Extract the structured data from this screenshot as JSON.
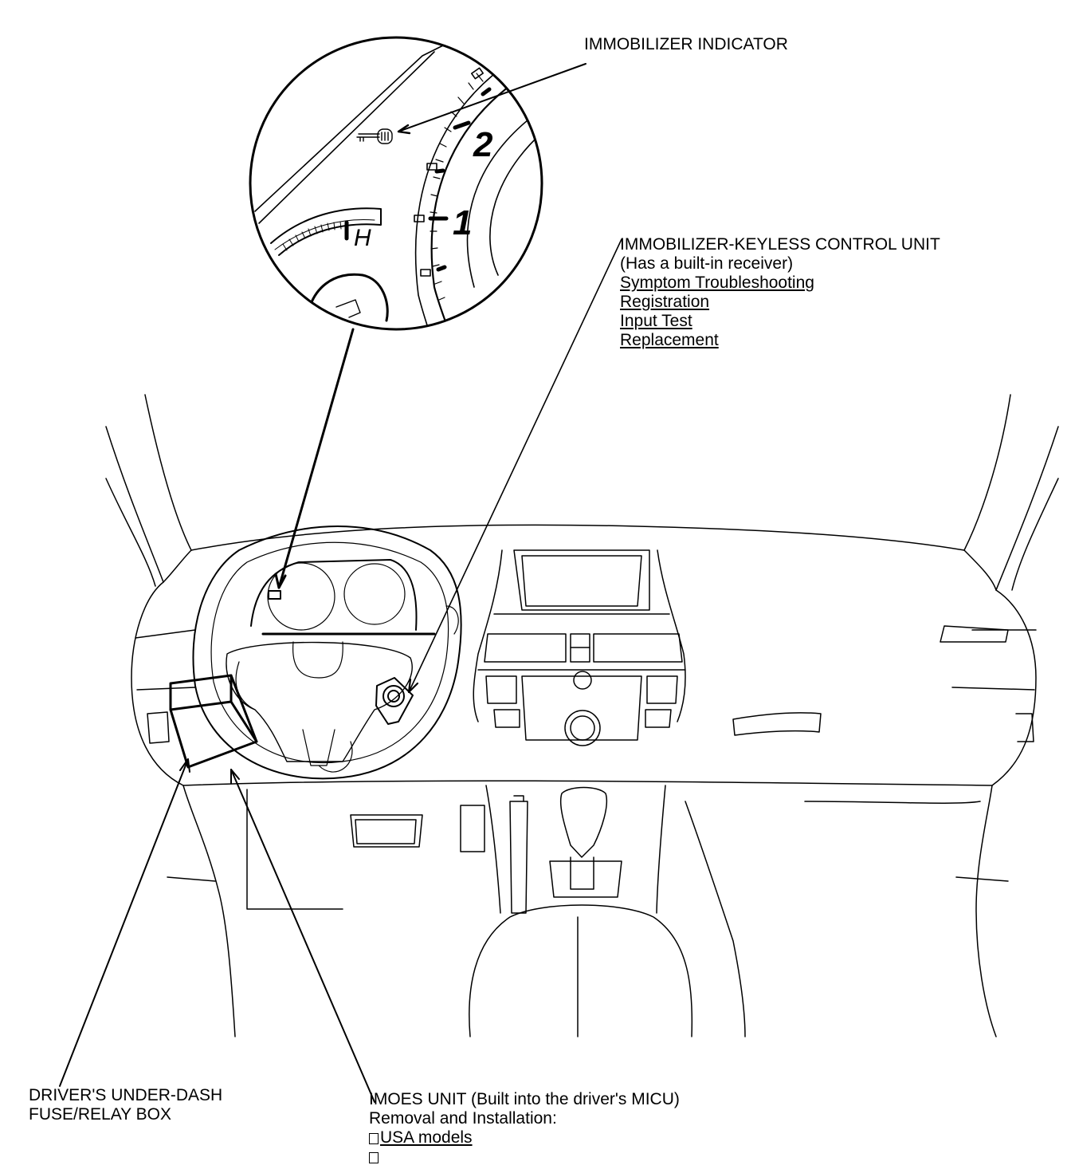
{
  "callouts": {
    "immobilizer_indicator": "IMMOBILIZER INDICATOR",
    "keyless_unit": {
      "title": "IMMOBILIZER-KEYLESS CONTROL UNIT",
      "note": "(Has a built-in receiver)",
      "links": [
        "Symptom Troubleshooting",
        "Registration",
        "Input Test",
        "Replacement"
      ]
    },
    "fuse_box": {
      "line1": "DRIVER'S UNDER-DASH",
      "line2": "FUSE/RELAY BOX"
    },
    "imoes_unit": {
      "title": "IMOES UNIT (Built into the driver's MICU)",
      "subtitle": "Removal and Installation:",
      "links": [
        "USA models"
      ]
    }
  },
  "gauge": {
    "tach_marks": [
      "2",
      "1"
    ],
    "temp_mark": "H"
  }
}
